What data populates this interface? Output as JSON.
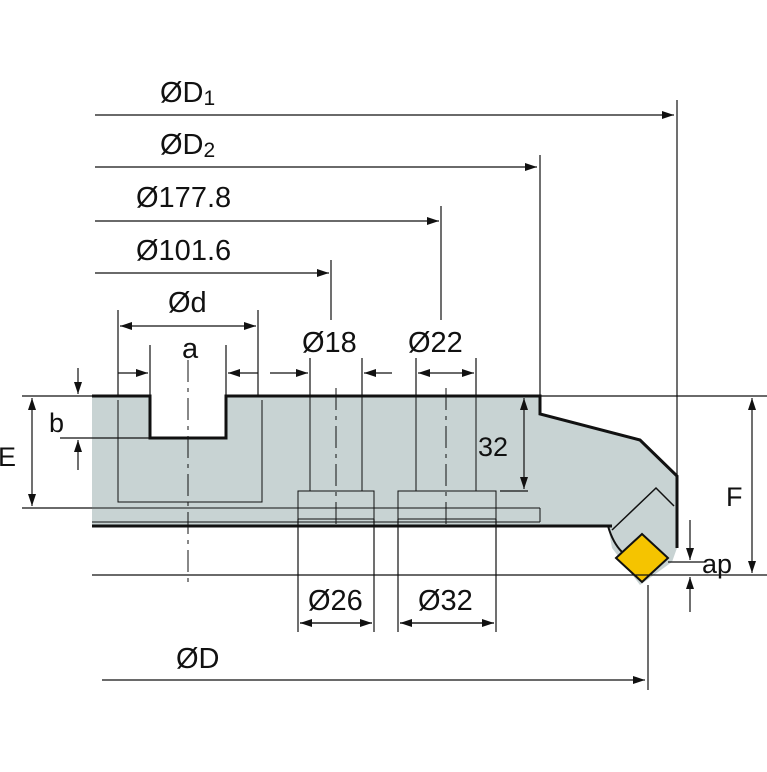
{
  "labels": {
    "d1_main": "ØD",
    "d1_sub": "1",
    "d2_main": "ØD",
    "d2_sub": "2",
    "dia_177": "Ø177.8",
    "dia_101": "Ø101.6",
    "dia_d": "Ød",
    "a": "a",
    "dia_18": "Ø18",
    "dia_22": "Ø22",
    "b": "b",
    "E": "E",
    "dim_32": "32",
    "F": "F",
    "ap": "ap",
    "dia_26": "Ø26",
    "dia_32": "Ø32",
    "dia_D": "ØD"
  },
  "colors": {
    "body_fill": "#c8d3d3",
    "line": "#111111",
    "insert": "#f5c400"
  }
}
